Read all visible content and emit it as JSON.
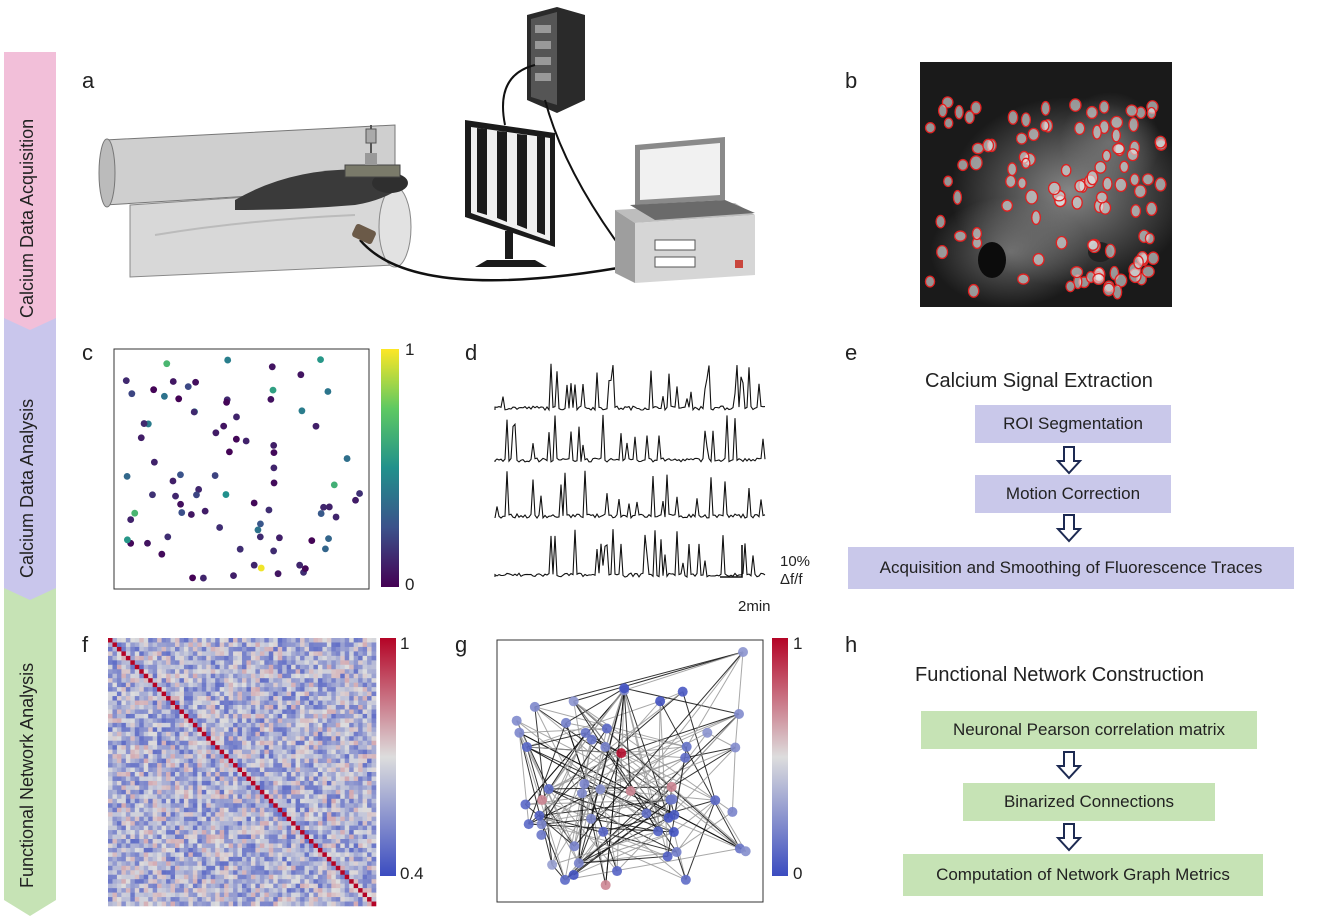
{
  "sidebar": {
    "stages": [
      {
        "label": "Calcium Data Acquisition",
        "color": "#f2bfd9"
      },
      {
        "label": "Calcium Data Analysis",
        "color": "#c9c6ec"
      },
      {
        "label": "Functional Network Analysis",
        "color": "#c6e3b5"
      }
    ]
  },
  "panels": {
    "a": "a",
    "b": "b",
    "c": "c",
    "d": "d",
    "e": "e",
    "f": "f",
    "g": "g",
    "h": "h"
  },
  "panel_c": {
    "colorbar_max": "1",
    "colorbar_min": "0"
  },
  "panel_d": {
    "scale_y": "10%",
    "scale_y_unit": "Δf/f",
    "scale_x": "2min"
  },
  "panel_e": {
    "title": "Calcium Signal Extraction",
    "steps": [
      "ROI Segmentation",
      "Motion Correction",
      "Acquisition and Smoothing of  Fluorescence Traces"
    ],
    "box_color": "#c9c8ea"
  },
  "panel_f": {
    "colorbar_max": "1",
    "colorbar_min": "0.4"
  },
  "panel_g": {
    "colorbar_max": "1",
    "colorbar_min": "0"
  },
  "panel_h": {
    "title": "Functional Network Construction",
    "steps": [
      "Neuronal Pearson correlation matrix",
      "Binarized Connections",
      "Computation of Network Graph Metrics"
    ],
    "box_color": "#c6e3b5"
  }
}
